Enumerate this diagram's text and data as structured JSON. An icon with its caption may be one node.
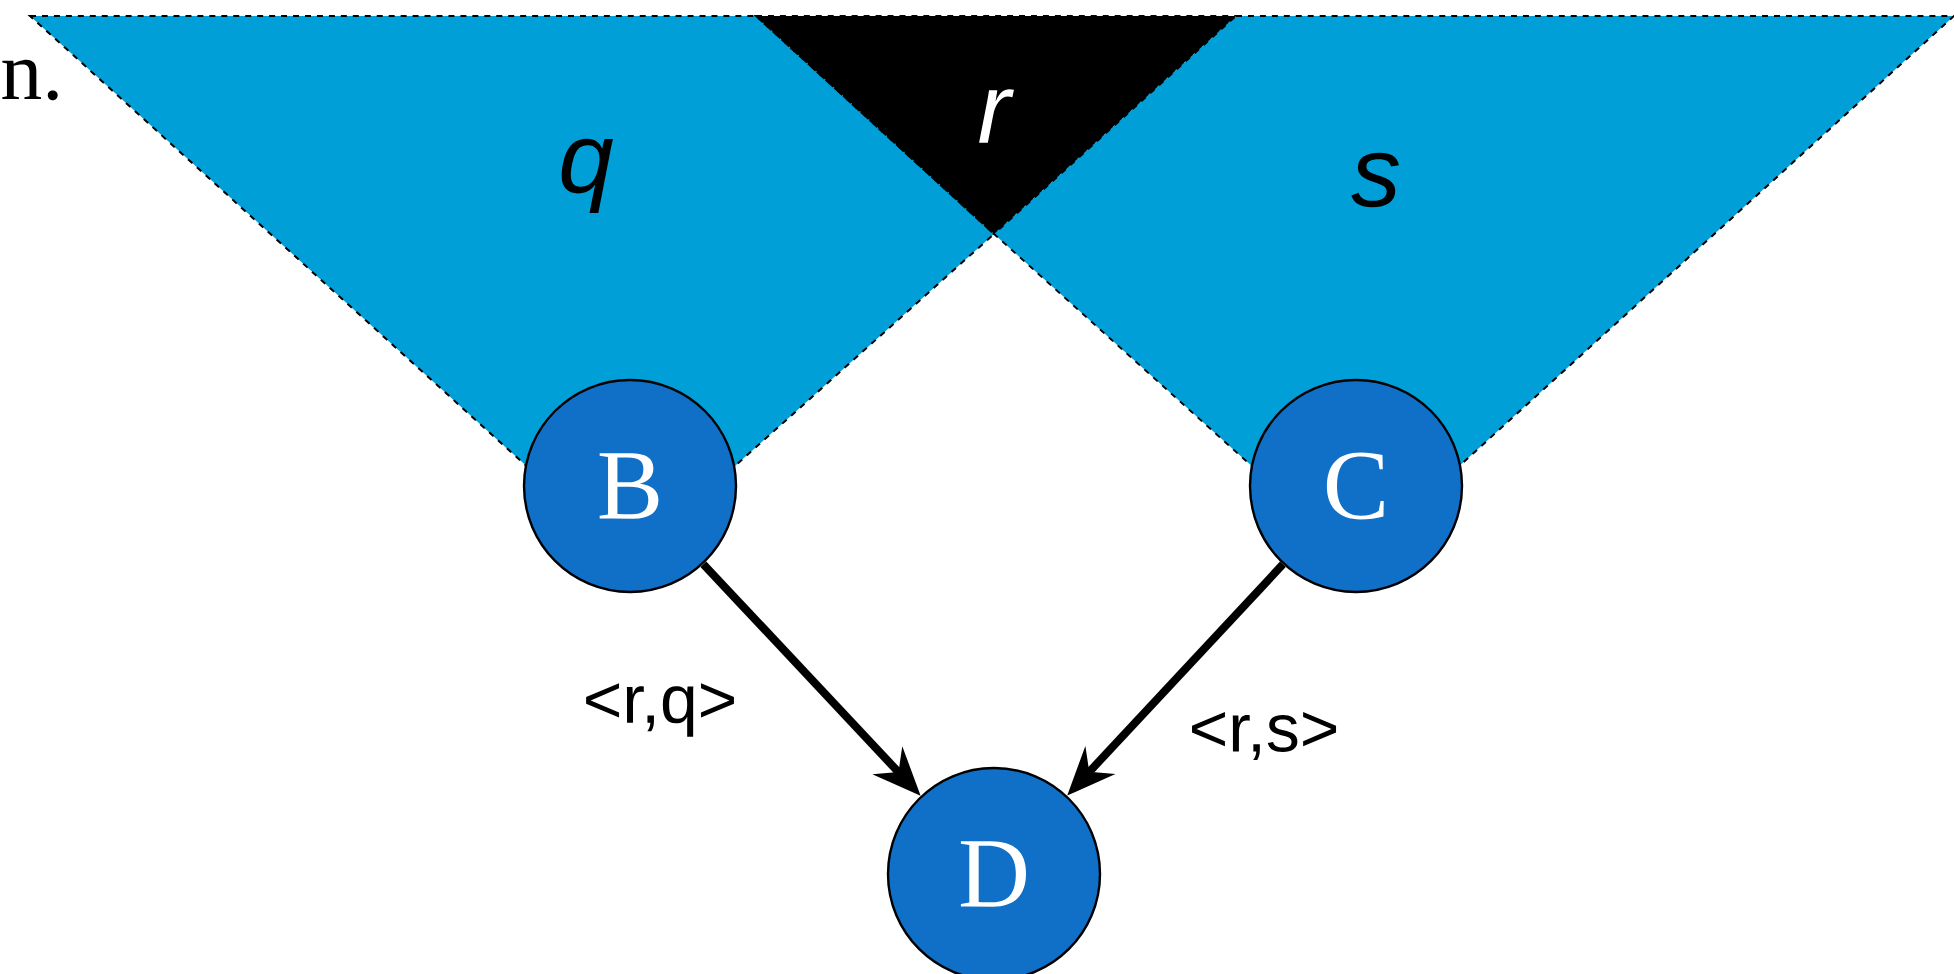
{
  "diagram": {
    "nodes": [
      {
        "text": [
          "q"
        ]
      },
      {
        "text": [
          "r"
        ]
      },
      {
        "text": [
          "s"
        ]
      },
      {
        "text": [
          "B"
        ]
      },
      {
        "text": [
          "C"
        ]
      },
      {
        "text": [
          "D"
        ]
      }
    ],
    "edges": [
      {
        "from": 3,
        "to": 5,
        "arrow": "to",
        "label": "<r,q>"
      },
      {
        "from": 4,
        "to": 5,
        "arrow": "to",
        "label": "<r,s>"
      }
    ],
    "labels": [
      "n."
    ]
  }
}
